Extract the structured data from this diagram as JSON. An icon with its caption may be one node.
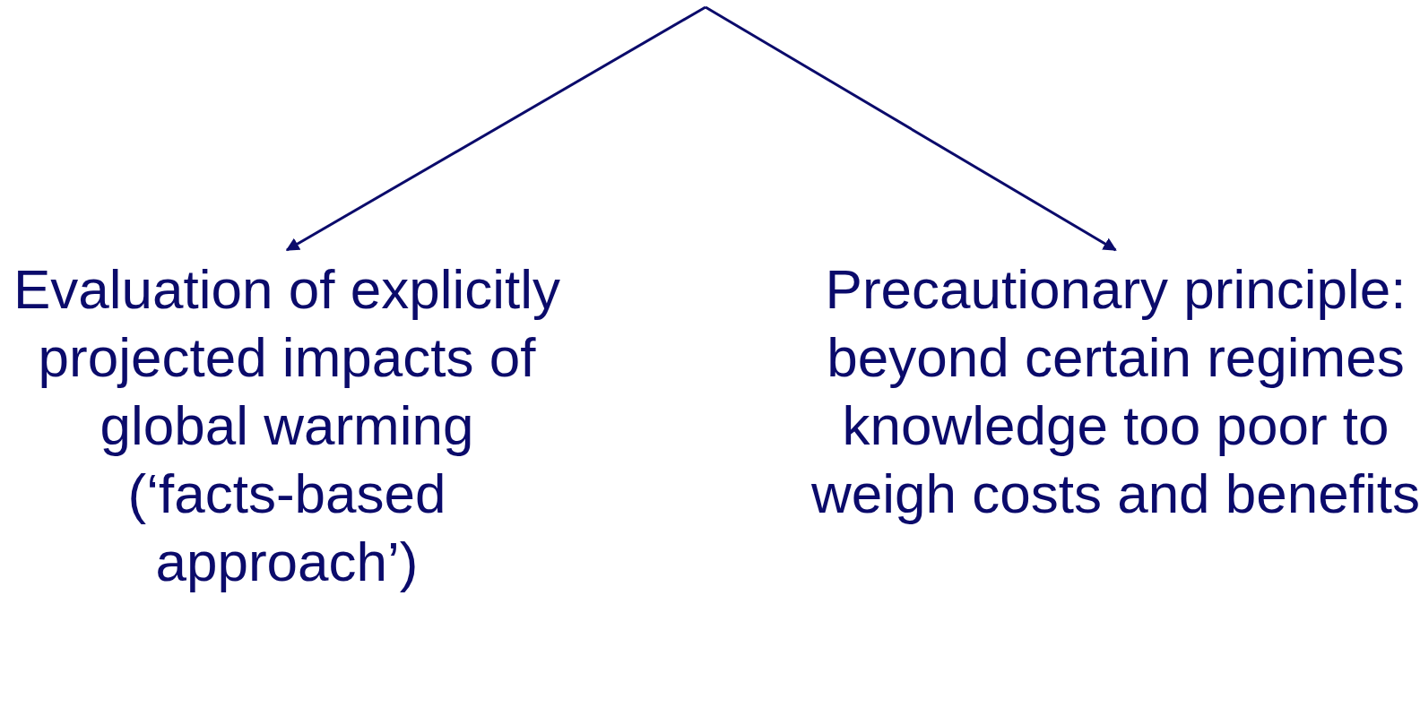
{
  "diagram": {
    "nodes": [
      {
        "text": [
          "Evaluation of explicitly projected impacts of global warming",
          "(‘facts-based approach’)"
        ]
      },
      {
        "text": [
          "Precautionary principle: beyond certain regimes knowledge too poor to weigh costs and benefits"
        ]
      }
    ],
    "edges": [
      {
        "from": null,
        "to": 0,
        "arrow": "to"
      },
      {
        "from": null,
        "to": 1,
        "arrow": "to"
      }
    ]
  }
}
